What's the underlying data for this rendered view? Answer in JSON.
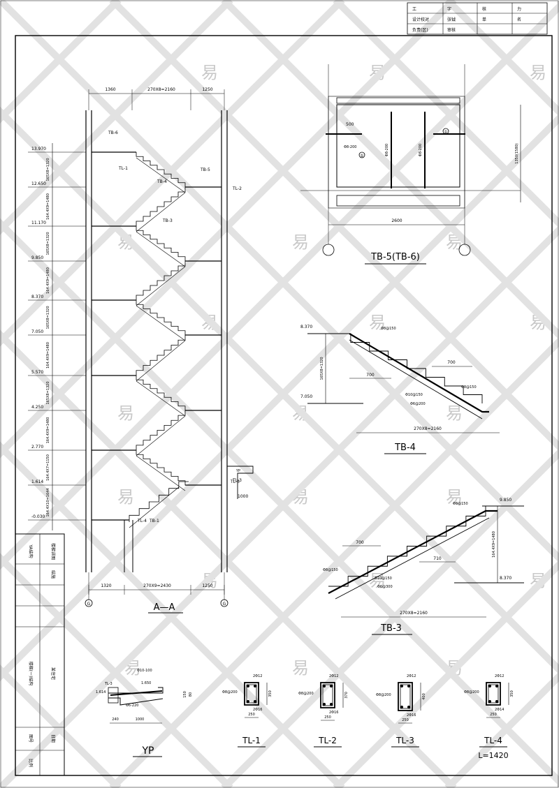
{
  "drawings": {
    "section": {
      "title": "A—A",
      "top_dims": [
        "1360",
        "270X8=2160",
        "1250"
      ],
      "bottom_dims": [
        "1320",
        "270X9=2430",
        "1250"
      ],
      "axis_left": "G",
      "axis_right": "G",
      "elevations": [
        "13.970",
        "12.650",
        "11.170",
        "9.850",
        "8.370",
        "7.050",
        "5.570",
        "4.250",
        "2.770",
        "1.614",
        "-0.030"
      ],
      "vertical_dims": [
        "165X8=1320",
        "164.4X9=1480",
        "165X8=1320",
        "164.4X9=1480",
        "165X8=1320",
        "164.4X9=1480",
        "165X8=1320",
        "164.4X9=1480",
        "164.4X7=1150",
        "164.4X10=1644"
      ],
      "flight_labels": [
        "TB-6",
        "TB-5",
        "TB-4",
        "TB-3",
        "TB-1"
      ],
      "beam_labels": [
        "TL-1",
        "TL-2",
        "TL-3",
        "TL-4"
      ],
      "canopy_labels": [
        "YP",
        "TL-3",
        "1000"
      ]
    },
    "tb5": {
      "title": "TB-5(TB-6)",
      "width_dim": "2600",
      "height_dim": "1350(1580)",
      "rebars": [
        "Φ8-200",
        "Φ8-200",
        "Φ8-200"
      ],
      "dims": [
        "500"
      ],
      "markers": [
        "①",
        "①",
        "①"
      ]
    },
    "tb4": {
      "title": "TB-4",
      "top_elev": "8.370",
      "bottom_elev": "7.050",
      "vertical_dim": "165X8=1320",
      "span_dim": "270X8=2160",
      "rebars": [
        "Φ8@150",
        "Φ8@150",
        "Φ10@150",
        "Φ6@200"
      ],
      "dims": [
        "700",
        "700"
      ]
    },
    "tb3": {
      "title": "TB-3",
      "top_elev": "9.850",
      "bottom_elev": "8.370",
      "vertical_dim": "164.4X9=1480",
      "span_dim": "270X8=2160",
      "rebars": [
        "Φ8@150",
        "Φ8@150",
        "Φ10@150",
        "Φ6@300"
      ],
      "dims": [
        "700",
        "710"
      ]
    },
    "yp": {
      "title": "YP",
      "labels": [
        "TL-3",
        "Φ10-100",
        "1.614",
        "1.650",
        "Φ6-220",
        "240",
        "1000",
        "150",
        "80"
      ]
    },
    "beams": [
      {
        "title": "TL-1",
        "top_bar": "2Φ12",
        "bot_bar": "2Φ16",
        "stirrup": "Φ8@200",
        "width": "250",
        "height": "350",
        "note": ""
      },
      {
        "title": "TL-2",
        "top_bar": "2Φ12",
        "bot_bar": "2Φ16",
        "stirrup": "Φ8@200",
        "width": "250",
        "height": "370",
        "note": ""
      },
      {
        "title": "TL-3",
        "top_bar": "2Φ12",
        "bot_bar": "2Φ16",
        "stirrup": "Φ8@200",
        "width": "250",
        "height": "400",
        "note": ""
      },
      {
        "title": "TL-4",
        "top_bar": "2Φ12",
        "bot_bar": "2Φ14",
        "stirrup": "Φ8@200",
        "width": "250",
        "height": "350",
        "note": "L=1420"
      }
    ]
  },
  "title_block_top": {
    "rows": [
      [
        "工",
        "字",
        "核",
        "力"
      ],
      [
        "设计校对",
        "张钺",
        "单",
        "名"
      ],
      [
        "负责(区)",
        "审核",
        "",
        ""
      ]
    ]
  },
  "title_block_side": {
    "cells": [
      "YA结构",
      "楼梯详图",
      "楼梯(一)结构",
      "某住宅",
      "结施",
      "图号",
      "日期",
      "比例"
    ]
  },
  "watermark": "易"
}
